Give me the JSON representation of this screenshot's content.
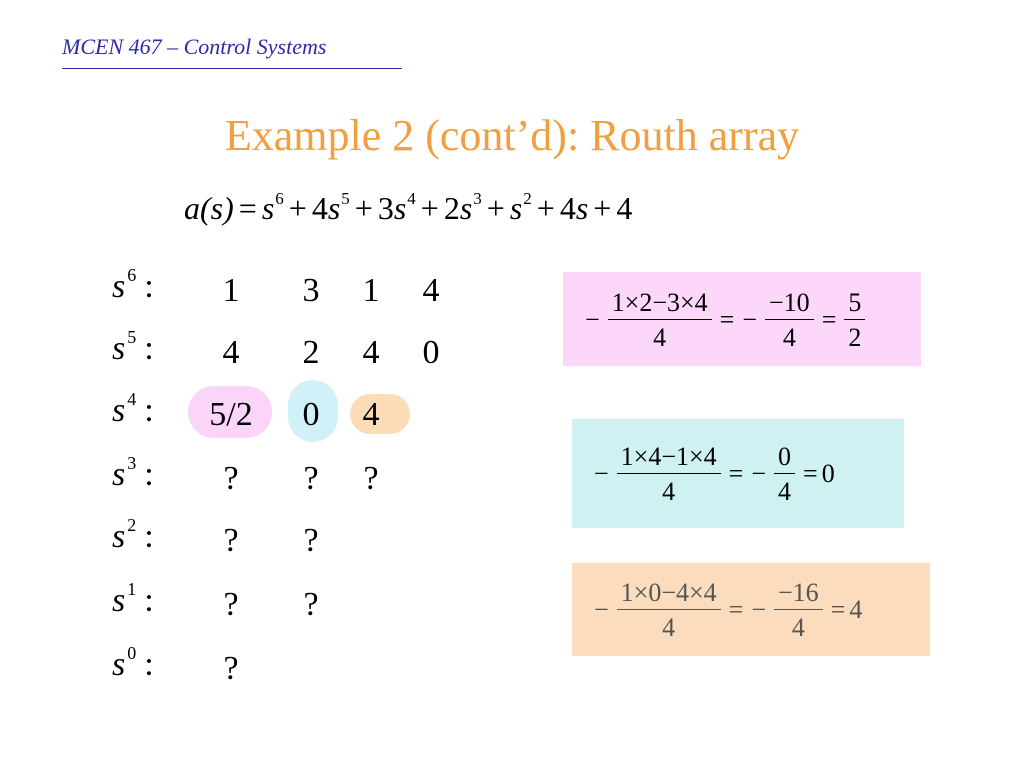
{
  "header": {
    "course": "MCEN 467 – Control Systems"
  },
  "slide": {
    "title": "Example 2 (cont’d): Routh array",
    "polynomial": {
      "lhs": "a(s)",
      "terms": [
        {
          "coef": "",
          "var": "s",
          "exp": "6"
        },
        {
          "coef": "4",
          "var": "s",
          "exp": "5"
        },
        {
          "coef": "3",
          "var": "s",
          "exp": "4"
        },
        {
          "coef": "2",
          "var": "s",
          "exp": "3"
        },
        {
          "coef": "",
          "var": "s",
          "exp": "2"
        },
        {
          "coef": "4",
          "var": "s",
          "exp": ""
        },
        {
          "coef": "4",
          "var": "",
          "exp": ""
        }
      ]
    }
  },
  "routh": {
    "rows": [
      {
        "var": "s",
        "exp": "6",
        "values": [
          "1",
          "3",
          "1",
          "4"
        ]
      },
      {
        "var": "s",
        "exp": "5",
        "values": [
          "4",
          "2",
          "4",
          "0"
        ]
      },
      {
        "var": "s",
        "exp": "4",
        "values": [
          "5/2",
          "0",
          "4"
        ]
      },
      {
        "var": "s",
        "exp": "3",
        "values": [
          "?",
          "?",
          "?"
        ]
      },
      {
        "var": "s",
        "exp": "2",
        "values": [
          "?",
          "?"
        ]
      },
      {
        "var": "s",
        "exp": "1",
        "values": [
          "?",
          "?"
        ]
      },
      {
        "var": "s",
        "exp": "0",
        "values": [
          "?"
        ]
      }
    ],
    "highlight_colors": [
      "#fbd5f8",
      "#d2f0f8",
      "#fbdcb6"
    ]
  },
  "calculations": [
    {
      "bg": "#fdd7f9",
      "text_color": "#000000",
      "num1": "1×2−3×4",
      "den1": "4",
      "num2": "−10",
      "den2": "4",
      "result_num": "5",
      "result_den": "2",
      "result": ""
    },
    {
      "bg": "#cff1f2",
      "text_color": "#000000",
      "num1": "1×4−1×4",
      "den1": "4",
      "num2": "0",
      "den2": "4",
      "result_num": "",
      "result_den": "",
      "result": "0"
    },
    {
      "bg": "#fbdcbc",
      "text_color": "#555555",
      "num1": "1×0−4×4",
      "den1": "4",
      "num2": "−16",
      "den2": "4",
      "result_num": "",
      "result_den": "",
      "result": "4"
    }
  ]
}
